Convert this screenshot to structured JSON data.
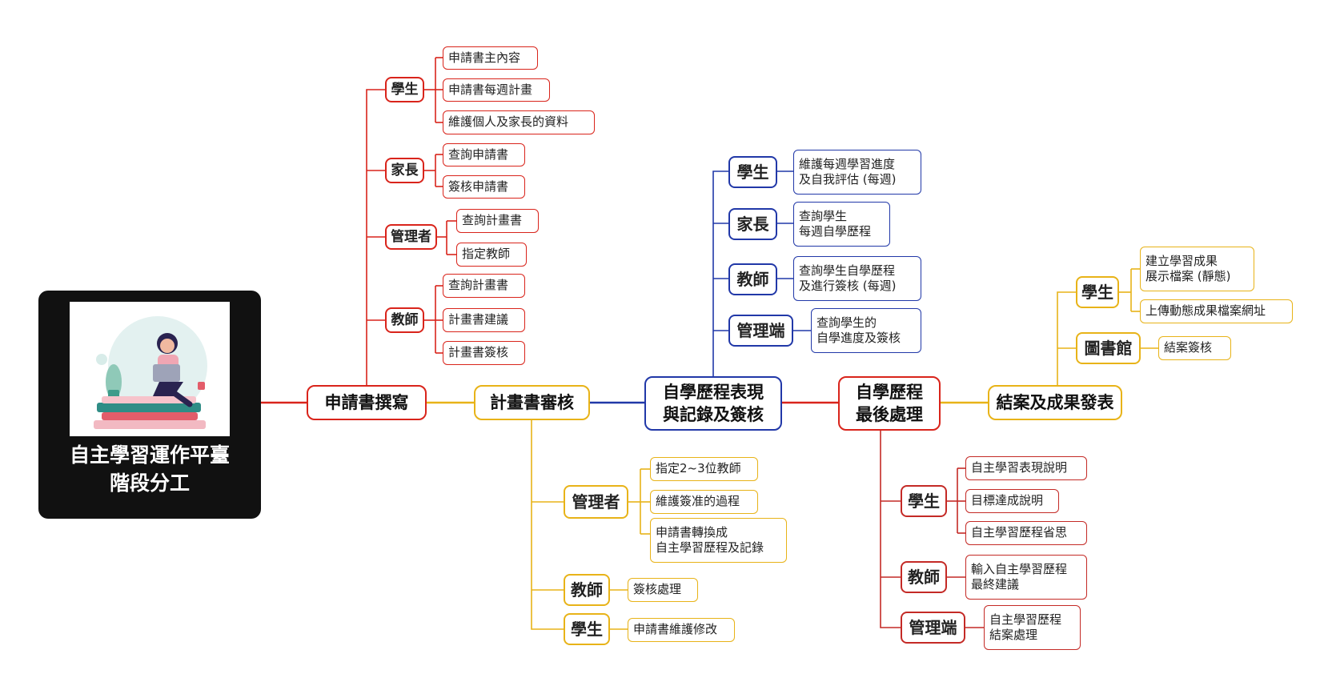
{
  "root": {
    "title": "自主學習運作平臺\n階段分工"
  },
  "stages": {
    "apply": {
      "label": "申請書撰寫",
      "groups": [
        {
          "role": "學生",
          "items": [
            "申請書主內容",
            "申請書每週計畫",
            "維護個人及家長的資料"
          ]
        },
        {
          "role": "家長",
          "items": [
            "查詢申請書",
            "簽核申請書"
          ]
        },
        {
          "role": "管理者",
          "items": [
            "查詢計畫書",
            "指定教師"
          ]
        },
        {
          "role": "教師",
          "items": [
            "查詢計畫書",
            "計畫書建議",
            "計畫書簽核"
          ]
        }
      ]
    },
    "review": {
      "label": "計畫書審核",
      "groups": [
        {
          "role": "管理者",
          "items": [
            "指定2~3位教師",
            "維護簽准的過程",
            "申請書轉換成\n自主學習歷程及記錄"
          ]
        },
        {
          "role": "教師",
          "items": [
            "簽核處理"
          ]
        },
        {
          "role": "學生",
          "items": [
            "申請書維護修改"
          ]
        }
      ]
    },
    "record": {
      "label": "自學歷程表現\n與記錄及簽核",
      "groups": [
        {
          "role": "學生",
          "items": [
            "維護每週學習進度\n及自我評估 (每週)"
          ]
        },
        {
          "role": "家長",
          "items": [
            "查詢學生\n每週自學歷程"
          ]
        },
        {
          "role": "教師",
          "items": [
            "查詢學生自學歷程\n及進行簽核 (每週)"
          ]
        },
        {
          "role": "管理端",
          "items": [
            "查詢學生的\n自學進度及簽核"
          ]
        }
      ]
    },
    "final": {
      "label": "自學歷程\n最後處理",
      "groups": [
        {
          "role": "學生",
          "items": [
            "自主學習表現說明",
            "目標達成說明",
            "自主學習歷程省思"
          ]
        },
        {
          "role": "教師",
          "items": [
            "輸入自主學習歷程\n最終建議"
          ]
        },
        {
          "role": "管理端",
          "items": [
            "自主學習歷程\n結案處理"
          ]
        }
      ]
    },
    "close": {
      "label": "結案及成果發表",
      "groups": [
        {
          "role": "學生",
          "items": [
            "建立學習成果\n展示檔案 (靜態)",
            "上傳動態成果檔案網址"
          ]
        },
        {
          "role": "圖書館",
          "items": [
            "結案簽核"
          ]
        }
      ]
    }
  },
  "colors": {
    "apply": "#d9241b",
    "review": "#e8b318",
    "record": "#2138a8",
    "final": "#c42a26",
    "close": "#e8b318"
  }
}
